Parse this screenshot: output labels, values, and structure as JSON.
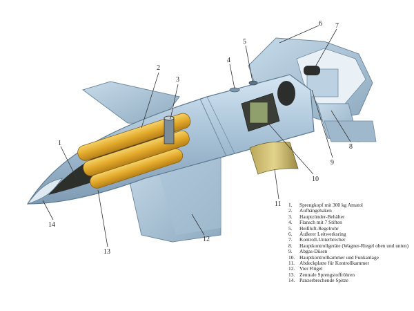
{
  "diagram": {
    "callouts": [
      "1",
      "2",
      "3",
      "4",
      "5",
      "6",
      "7",
      "8",
      "9",
      "10",
      "11",
      "12",
      "13",
      "14"
    ],
    "legend": [
      {
        "num": "1.",
        "text": "Sprengkopf mit 300 kg Amatol"
      },
      {
        "num": "2.",
        "text": "Aufhängehaken"
      },
      {
        "num": "3.",
        "text": "Hauptzünder-Behälter"
      },
      {
        "num": "4.",
        "text": "Flansch mit 7 Stiften"
      },
      {
        "num": "5.",
        "text": "Heißluft-Regelrohr"
      },
      {
        "num": "6.",
        "text": "Äußerer Leitwerksring"
      },
      {
        "num": "7.",
        "text": "Kontroll-Unterbrecher"
      },
      {
        "num": "8.",
        "text": "Hauptkontrollgeräte (Wagner-Riegel oben und unten)"
      },
      {
        "num": "9.",
        "text": "Abgas-Düsen"
      },
      {
        "num": "10.",
        "text": "Hauptkontrollkammer und Funkanlage"
      },
      {
        "num": "11.",
        "text": "Abdeckplatte für Kontrollkammer"
      },
      {
        "num": "12.",
        "text": "Vier Flügel"
      },
      {
        "num": "13.",
        "text": "Zentrale Sprengstoffröhren"
      },
      {
        "num": "14.",
        "text": "Panzerbrechende Spitze"
      }
    ]
  }
}
